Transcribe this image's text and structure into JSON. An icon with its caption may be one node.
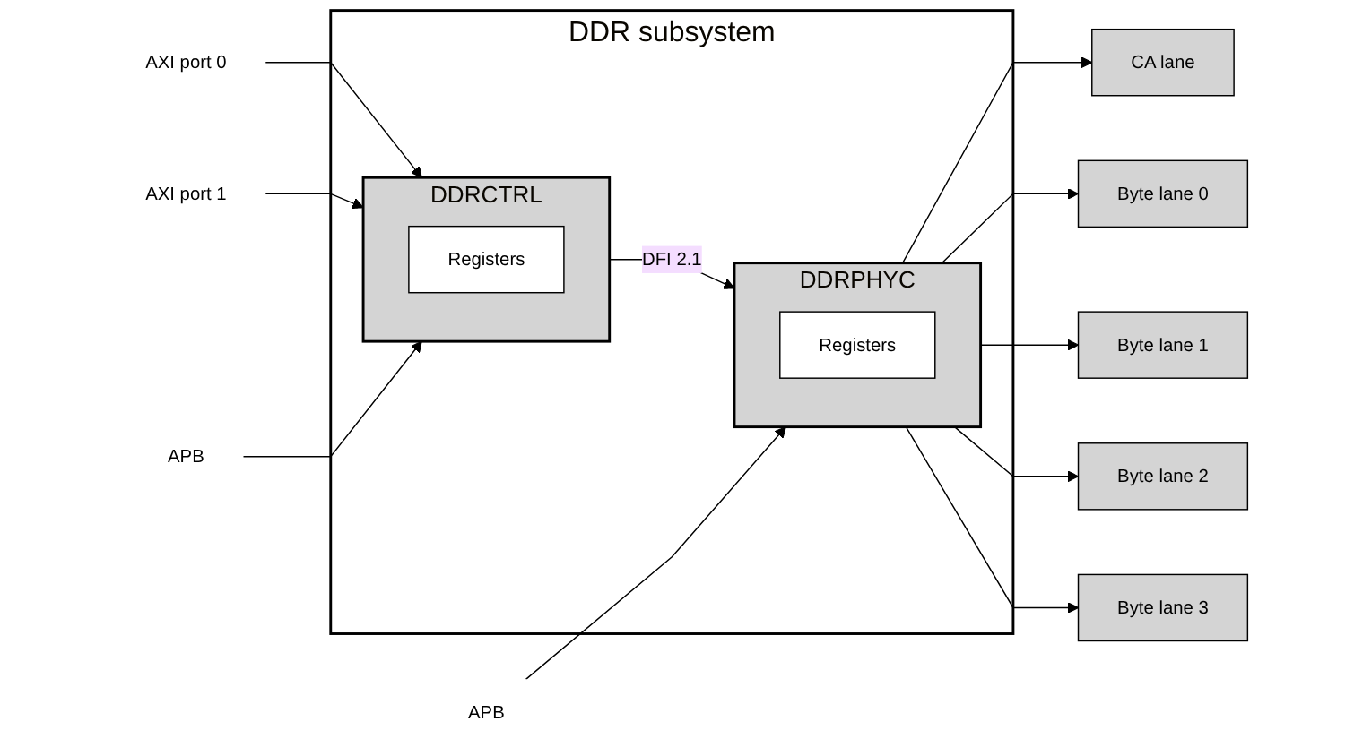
{
  "diagram": {
    "nodes": [
      {
        "text": [
          "DDR subsystem"
        ]
      },
      {
        "text": [
          "DDRCTRL"
        ],
        "in": 0
      },
      {
        "text": [
          "Registers"
        ],
        "in": 1
      },
      {
        "text": [
          "DDRPHYC"
        ],
        "in": 0
      },
      {
        "text": [
          "Registers"
        ],
        "in": 3
      },
      {
        "text": [
          "AXI port 0"
        ]
      },
      {
        "text": [
          "AXI port 1"
        ]
      },
      {
        "text": [
          "APB"
        ]
      },
      {
        "text": [
          "APB"
        ]
      },
      {
        "text": [
          "CA lane"
        ]
      },
      {
        "text": [
          "Byte lane 0"
        ]
      },
      {
        "text": [
          "Byte lane 1"
        ]
      },
      {
        "text": [
          "Byte lane 2"
        ]
      },
      {
        "text": [
          "Byte lane 3"
        ]
      }
    ],
    "edges": [
      {
        "from": 5,
        "to": 1,
        "arrow": "to"
      },
      {
        "from": 6,
        "to": 1,
        "arrow": "to"
      },
      {
        "from": 1,
        "to": 3,
        "label": "DFI 2.1",
        "arrow": "to"
      },
      {
        "from": 7,
        "to": 1,
        "arrow": "to"
      },
      {
        "from": 8,
        "to": 3,
        "arrow": "to"
      },
      {
        "from": 3,
        "to": 9,
        "arrow": "to"
      },
      {
        "from": 3,
        "to": 10,
        "arrow": "to"
      },
      {
        "from": 3,
        "to": 11,
        "arrow": "to"
      },
      {
        "from": 3,
        "to": 12,
        "arrow": "to"
      },
      {
        "from": 3,
        "to": 13,
        "arrow": "to"
      }
    ]
  }
}
